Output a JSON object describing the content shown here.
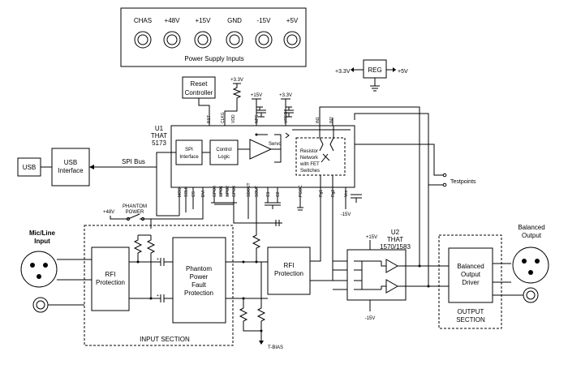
{
  "power_panel": {
    "terminals": [
      "CHAS",
      "+48V",
      "+15V",
      "GND",
      "-15V",
      "+5V"
    ],
    "caption": "Power Supply Inputs"
  },
  "regulator": {
    "left": "+3.3V",
    "label": "REG",
    "right": "+5V"
  },
  "reset": {
    "line1": "Reset",
    "line2": "Controller"
  },
  "u1": {
    "ref": "U1",
    "maker": "THAT",
    "part": "5173",
    "spi_line1": "SPI",
    "spi_line2": "Interface",
    "ctrl_line1": "Control",
    "ctrl_line2": "Logic",
    "servo": "Servo",
    "res_line1": "Resistor",
    "res_line2": "Network",
    "res_line3": "with FET",
    "res_line4": "Switches",
    "pins_top": [
      "RST",
      "CLKG",
      "VDD",
      "NPS",
      "VREG",
      "IN1",
      "IN2"
    ],
    "pins_bottom": [
      "MOSI",
      "SCLK",
      "CS",
      "DVI",
      "GPO0",
      "GPO1",
      "GPO2",
      "GPO3",
      "SDOUT",
      "SOUT",
      "C1",
      "C2",
      "PGOC",
      "Rg1",
      "Rg2",
      "Vee"
    ],
    "rails": [
      "+3.3V",
      "+15V",
      "+3.3V"
    ],
    "vee": "-15V"
  },
  "usb": {
    "plug": "USB",
    "iface_line1": "USB",
    "iface_line2": "Interface",
    "bus": "SPI Bus"
  },
  "phantom": {
    "supply": "+48V",
    "line1": "PHANTOM",
    "line2": "POWER"
  },
  "input": {
    "jack_line1": "Mic/Line",
    "jack_line2": "Input",
    "rfi_line1": "RFI",
    "rfi_line2": "Protection",
    "fault_line1": "Phantom",
    "fault_line2": "Power",
    "fault_line3": "Fault",
    "fault_line4": "Protection",
    "section": "INPUT SECTION",
    "tbias": "T-BIAS"
  },
  "rfi2": {
    "line1": "RFI",
    "line2": "Protection"
  },
  "u2": {
    "ref": "U2",
    "maker": "THAT",
    "part": "1570/1583",
    "vplus": "+15V",
    "vminus": "-15V"
  },
  "output": {
    "driver_line1": "Balanced",
    "driver_line2": "Output",
    "driver_line3": "Driver",
    "section_line1": "OUTPUT",
    "section_line2": "SECTION",
    "jack_line1": "Balanced",
    "jack_line2": "Output"
  },
  "testpoints": "Testpoints"
}
